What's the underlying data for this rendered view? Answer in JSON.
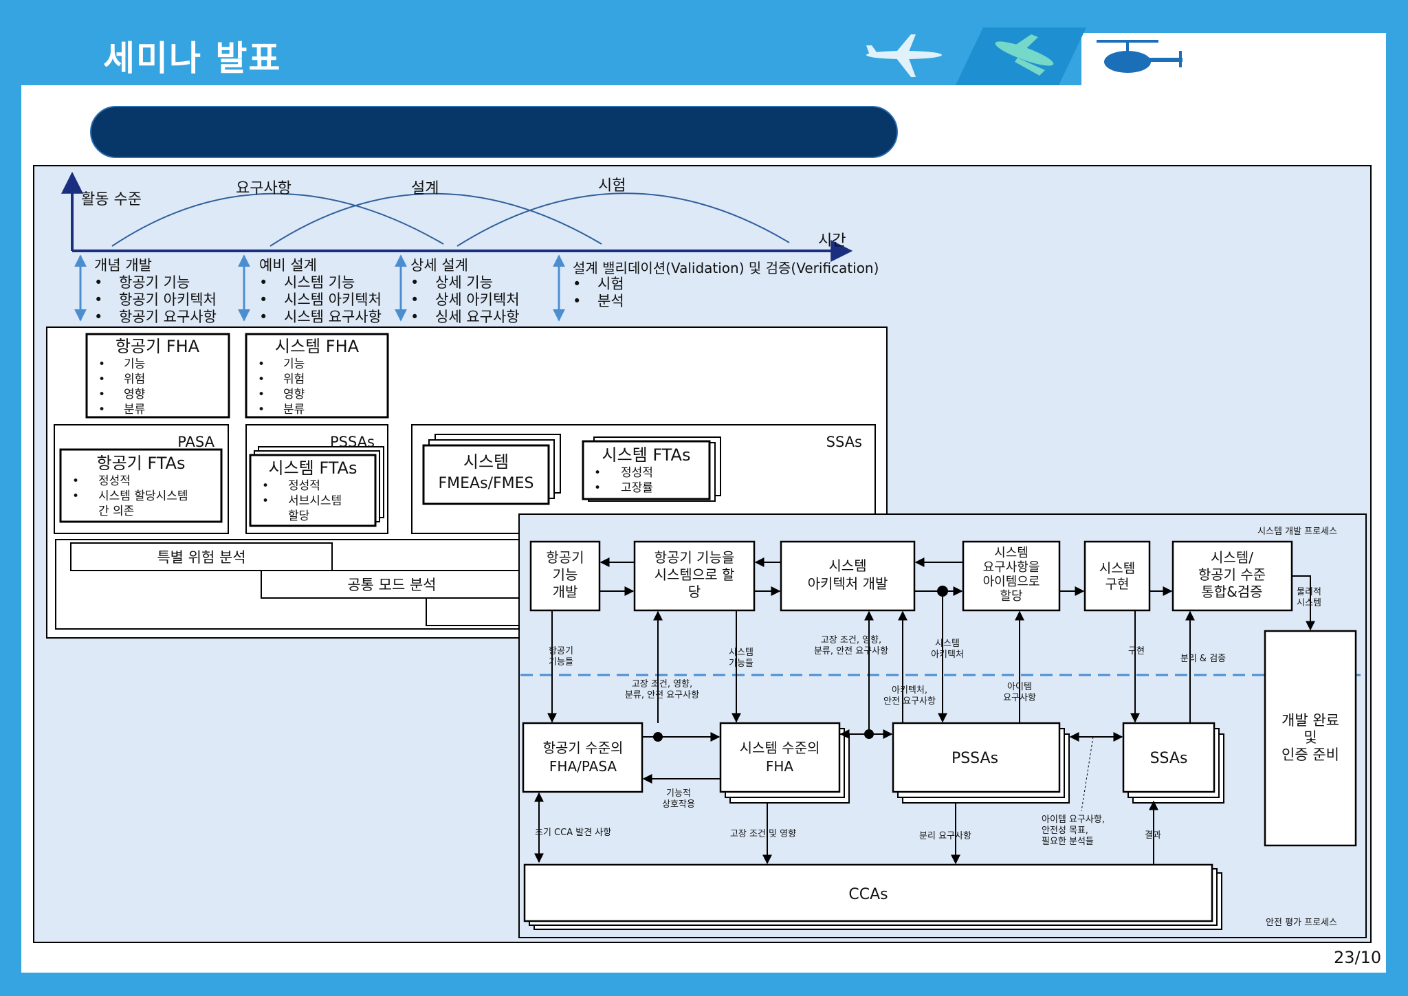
{
  "header": {
    "title": "세미나 발표"
  },
  "timeline": {
    "y_axis_label": "활동 수준",
    "x_axis_label": "시간",
    "curve_labels": [
      "요구사항",
      "설계",
      "시험"
    ],
    "phases": [
      {
        "title": "개념 개발",
        "items": [
          "항공기 기능",
          "항공기 아키텍처",
          "항공기 요구사항"
        ]
      },
      {
        "title": "예비 설계",
        "items": [
          "시스템 기능",
          "시스템 아키텍처",
          "시스템 요구사항"
        ]
      },
      {
        "title": "상세 설계",
        "items": [
          "상세 기능",
          "상세 아키텍처",
          "싱세 요구사항"
        ]
      },
      {
        "title": "설계 밸리데이션(Validation) 및 검증(Verification)",
        "items": [
          "시험",
          "분석"
        ]
      }
    ]
  },
  "analysis_boxes": {
    "aircraft_fha": {
      "title": "항공기 FHA",
      "items": [
        "기능",
        "위험",
        "영향",
        "분류"
      ]
    },
    "system_fha": {
      "title": "시스템 FHA",
      "items": [
        "기능",
        "위험",
        "영향",
        "분류"
      ]
    },
    "pasa": {
      "label": "PASA",
      "title": "항공기 FTAs",
      "items": [
        "정성적",
        "시스템 할당시스템"
      ],
      "item_cont": "간 의존"
    },
    "pssas": {
      "label": "PSSAs",
      "title": "시스템 FTAs",
      "items": [
        "정성적",
        "서브시스템"
      ],
      "item_cont": "할당"
    },
    "ssas": {
      "label": "SSAs",
      "fmea_line1": "시스템",
      "fmea_line2": "FMEAs/FMES",
      "fta_title": "시스템 FTAs",
      "fta_items": [
        "정성적",
        "고장률"
      ]
    },
    "special_risk": "특별 위험 분석",
    "common_mode": "공통 모드 분석"
  },
  "process": {
    "dev_process_label": "시스템 개발 프로세스",
    "safety_process_label": "안전 평가 프로세스",
    "boxes": {
      "aircraft_function_dev": [
        "항공기",
        "기능",
        "개발"
      ],
      "allocate_functions": [
        "항공기 기능을",
        "시스템으로 할",
        "당"
      ],
      "system_arch_dev": [
        "시스템",
        "아키텍처 개발"
      ],
      "allocate_requirements": [
        "시스템",
        "요구사항을",
        "아이템으로",
        "할당"
      ],
      "system_impl": [
        "시스템",
        "구현"
      ],
      "integration": [
        "시스템/",
        "항공기 수준",
        "통합&검증"
      ],
      "aircraft_fha_pasa": [
        "항공기 수준의",
        "FHA/PASA"
      ],
      "system_fha": [
        "시스템 수준의",
        "FHA"
      ],
      "pssas": "PSSAs",
      "ssas": "SSAs",
      "ccas": "CCAs",
      "certification": [
        "개발 완료",
        "및",
        "인증 준비"
      ]
    },
    "labels": {
      "physical_system": [
        "물리적",
        "시스템"
      ],
      "aircraft_functions": [
        "항공기",
        "기능들"
      ],
      "system_functions": [
        "시스템",
        "기능들"
      ],
      "failure_conditions_top": [
        "고장 조건, 영향,",
        "분류, 안전 요구사항"
      ],
      "system_architecture": [
        "시스템",
        "아키텍처"
      ],
      "implementation": "구현",
      "separation_verification": "분리 & 검증",
      "failure_conditions_mid": [
        "고장 조건, 영향,",
        "분류, 안전 요구사항"
      ],
      "architecture_safety": [
        "아키텍처,",
        "안전 요구사항"
      ],
      "item_requirements": [
        "아이템",
        "요구사항"
      ],
      "functional_interaction": [
        "기능적",
        "상호작용"
      ],
      "early_cca": "초기 CCA 발견 사항",
      "failure_effects": "고장 조건 및 영향",
      "separation_requirements": "분리 요구사항",
      "item_req_safety": [
        "아이템 요구사항,",
        "안전성 목표,",
        "필요한 분석들"
      ],
      "results": "결과"
    }
  },
  "page_number": "23/10"
}
